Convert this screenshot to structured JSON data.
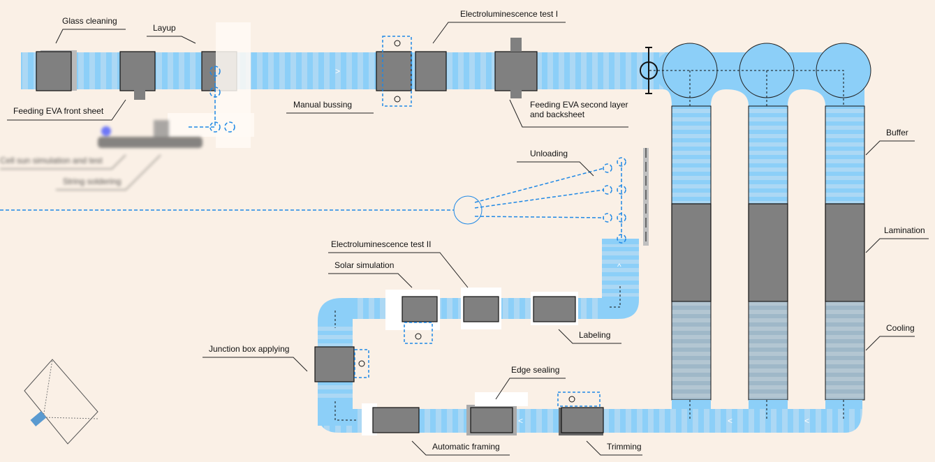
{
  "colors": {
    "background": "#faf0e6",
    "conveyor": "#8ccff8",
    "conveyor_stripe": "#acd8f4",
    "machine": "#808080",
    "robot_path": "#1e88e5",
    "cooling": "#9fb8c8"
  },
  "labels": {
    "glass_cleaning": "Glass cleaning",
    "layup": "Layup",
    "feeding_eva_front": "Feeding EVA front sheet",
    "manual_bussing": "Manual bussing",
    "el_test_1": "Electroluminescence test I",
    "feeding_eva_second_1": "Feeding EVA second layer",
    "feeding_eva_second_2": "and backsheet",
    "cell_sun_sim": "Cell sun simulation and test",
    "string_soldering": "String soldering",
    "unloading": "Unloading",
    "buffer": "Buffer",
    "lamination": "Lamination",
    "cooling": "Cooling",
    "el_test_2": "Electroluminescence test II",
    "solar_simulation": "Solar simulation",
    "labeling": "Labeling",
    "junction_box": "Junction box applying",
    "edge_sealing": "Edge sealing",
    "automatic_framing": "Automatic framing",
    "trimming": "Trimming"
  },
  "icons": {
    "direction_arrow": "chevron-icon",
    "camera": "camera-icon",
    "robot": "robot-arm-icon"
  }
}
